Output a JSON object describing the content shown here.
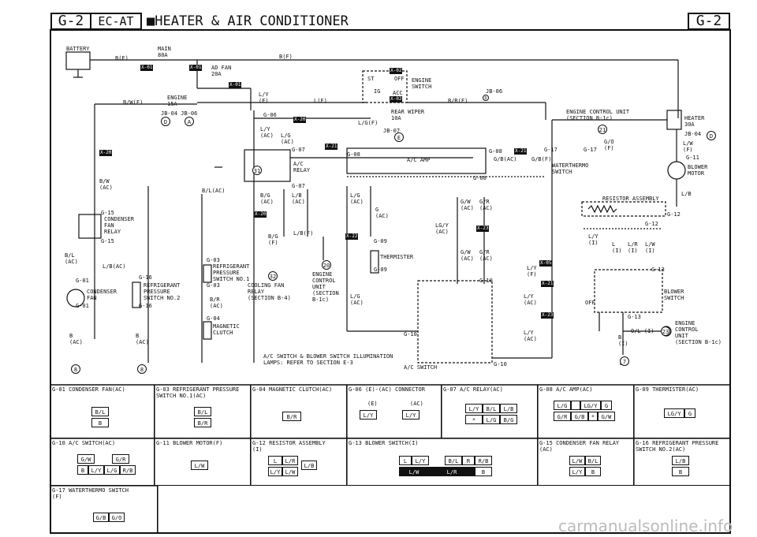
{
  "header": {
    "code_left": "G-2",
    "section": "EC-AT",
    "title": "■HEATER & AIR CONDITIONER",
    "code_right": "G-2"
  },
  "diagram_labels": {
    "battery": "BATTERY",
    "main_fuse": "MAIN\n80A",
    "wire_b_e": "B(E)",
    "wire_b_f": "B(F)",
    "ad_fan": "AD FAN\n20A",
    "engine_fuse": "ENGINE\n15A",
    "jb04_jb06": "JB-04  JB-06",
    "wire_bw_f": "B/W(F)",
    "wire_ly_e": "L/Y\n(E)",
    "wire_l_f": "L(F)",
    "g06": "G-06",
    "ly_ac": "L/Y\n(AC)",
    "lg_ac": "L/G\n(AC)",
    "g07_top": "G-07",
    "ac_relay": "A/C\nRELAY",
    "g07_bot": "G-07",
    "engine_switch": "ENGINE\nSWITCH",
    "st": "ST",
    "ig": "IG",
    "off": "OFF",
    "acc": "ACC",
    "jb06_right": "JB-06",
    "br_f": "B/R(F)",
    "rear_wiper": "REAR WIPER\n10A",
    "jb07": "JB-07",
    "lg_f": "L/G(F)",
    "ecu_note": "ENGINE CONTROL UNIT\n(SECTION B-1c)",
    "go_f": "G/O\n(F)",
    "heater_fuse": "HEATER\n30A",
    "jb04_right": "JB-04",
    "lw_f": "L/W\n(F)",
    "g11": "G-11",
    "blower_motor": "BLOWER\nMOTOR",
    "g08_left": "G-08",
    "ac_amp": "A/C AMP",
    "g08_bot": "G-08",
    "g17_l": "G-17",
    "g17_r": "G-17",
    "gb_ac": "G/B(AC)",
    "gb_f": "G/B(F)",
    "waterthermo": "WATERTHERMO\nSWITCH",
    "bw_ac": "B/W\n(AC)",
    "g15_top": "G-15",
    "condenser_fan_relay": "CONDENSER\nFAN\nRELAY",
    "g15_bot": "G-15",
    "bl_ac": "B/L\n(AC)",
    "lb_ac": "L/B(AC)",
    "g01_top": "G-01",
    "condenser_fan": "CONDENSER\nFAN",
    "g01_bot": "G-01",
    "g16_top": "G-16",
    "refrig_sw2": "REFRIGERANT\nPRESSURE\nSWITCH NO.2",
    "g16_bot": "G-16",
    "b_ac_left": "B\n(AC)",
    "b_ac_mid": "B\n(AC)",
    "bl_ac2": "B/L(AC)",
    "bg_ac": "B/G\n(AC)",
    "lb_ac2": "L/B\n(AC)",
    "bg_f": "B/G\n(F)",
    "lb_f": "L/B(F)",
    "g03_top": "G-03",
    "refrig_sw1": "REFRIGERANT\nPRESSURE\nSWITCH NO.1",
    "g03_bot": "G-03",
    "cooling_fan_relay": "COOLING FAN\nRELAY\n(SECTION B-4)",
    "ecu_box": "ENGINE\nCONTROL\nUNIT\n(SECTION\nB-1c)",
    "br_ac": "B/R\n(AC)",
    "g04": "G-04",
    "magnetic_clutch": "MAGNETIC\nCLUTCH",
    "lg_ac3": "L/G\n(AC)",
    "g_ac": "G\n(AC)",
    "lg_ac4": "L/G\n(AC)",
    "g09_top": "G-09",
    "thermistor": "THERMISTER",
    "g09_bot": "G-09",
    "lgy_ac": "LG/Y\n(AC)",
    "gw_ac_top": "G/W\n(AC)",
    "gr_ac_top": "G/R\n(AC)",
    "gw_ac": "G/W\n(AC)",
    "gr_ac": "G/R\n(AC)",
    "g10_mid": "G-10",
    "g10_left": "G-10",
    "g10_right": "G-10",
    "ly_f": "L/Y\n(F)",
    "ly_ac2": "L/Y\n(AC)",
    "ly_ac3": "L/Y\n(AC)",
    "resistor_assembly": "RESISTOR ASSEMBLY",
    "g12_r": "G-12",
    "g12_i": "G-12",
    "ly_i": "L/Y\n(I)",
    "l_i": "L\n(I)",
    "lr_i": "L/R\n(I)",
    "lw_i": "L/W\n(I)",
    "lb_right": "L/B",
    "g13_top": "G-13",
    "blower_switch": "BLOWER\nSWITCH",
    "off_lbl": "OFF",
    "g13_bot": "G-13",
    "ol_i": "O/L (I)",
    "b_i": "B\n(I)",
    "ecu_right": "ENGINE\nCONTROL\nUNIT\n(SECTION B-1c)",
    "illum_note": "A/C SWITCH & BLOWER SWITCH ILLUMINATION\nLAMPS: REFER TO SECTION E-3",
    "ac_switch": "A/C SWITCH"
  },
  "badges": {
    "x01a": "X-01",
    "x01b": "X-01",
    "x01c": "X-01",
    "x02a": "X-02",
    "x02b": "X-02",
    "x20a": "X-20",
    "x20b": "X-20",
    "x20c": "X-20",
    "x21a": "X-21",
    "x21b": "X-21",
    "x21c": "X-21",
    "x22": "X-22",
    "x23a": "X-23",
    "x23b": "X-23",
    "x05": "X-05"
  },
  "markers": {
    "m_d": "D",
    "m_a": "A",
    "m_e": "E",
    "m21": "21",
    "m31": "31",
    "m32": "32",
    "m20": "20",
    "m23": "23",
    "m8a": "8",
    "m8b": "8",
    "m7": "7",
    "m_d2": "D",
    "m_d3": "D"
  },
  "connectors": [
    {
      "title": "G-01 CONDENSER FAN(AC)",
      "rows": [
        [
          "B/L"
        ],
        [
          "B"
        ]
      ]
    },
    {
      "title": "G-03 REFRIGERANT PRESSURE\nSWITCH NO.1(AC)",
      "rows": [
        [
          "B/L"
        ],
        [
          "B/R"
        ]
      ]
    },
    {
      "title": "G-04 MAGNETIC CLUTCH(AC)",
      "rows": [
        [
          "B/R"
        ]
      ]
    },
    {
      "title": "G-06 (E)-(AC) CONNECTOR",
      "sub_e": "(E)",
      "sub_ac": "(AC)",
      "rows": [
        [
          "L/Y"
        ],
        [
          "L/Y"
        ]
      ]
    },
    {
      "title": "G-07 A/C RELAY(AC)",
      "rows": [
        [
          "L/Y",
          "B/L",
          "L/B"
        ],
        [
          "*",
          "L/G",
          "B/G"
        ]
      ]
    },
    {
      "title": "G-08 A/C AMP(AC)",
      "rows": [
        [
          "L/G",
          "",
          "LG/Y",
          "G"
        ],
        [
          "G/R",
          "G/B",
          "*",
          "G/W"
        ]
      ]
    },
    {
      "title": "G-09 THERMISTER(AC)",
      "rows": [
        [
          "LG/Y",
          "G"
        ]
      ]
    },
    {
      "title": "G-10 A/C SWITCH(AC)",
      "rows": [
        [
          "G/W",
          "G/R"
        ],
        [
          "B",
          "L/Y",
          "L/G",
          "R/B"
        ]
      ]
    },
    {
      "title": "G-11 BLOWER MOTOR(F)",
      "rows": [
        [
          "L/W"
        ]
      ]
    },
    {
      "title": "G-12 RESISTOR ASSEMBLY\n(I)",
      "rows": [
        [
          "L",
          "L/R",
          "L/B"
        ],
        [
          "L/Y",
          "L/W"
        ]
      ]
    },
    {
      "title": "G-13 BLOWER SWITCH(I)",
      "rows": [
        [
          "L",
          "L/Y",
          "B/L",
          "R",
          "R/B"
        ],
        [
          "L/W",
          "L/R",
          "B"
        ]
      ]
    },
    {
      "title": "G-15 CONDENSER FAN RELAY\n(AC)",
      "rows": [
        [
          "L/W",
          "B/L"
        ],
        [
          "L/Y",
          "B"
        ]
      ]
    },
    {
      "title": "G-16 REFRIGERANT PRESSURE\nSWITCH NO.2(AC)",
      "rows": [
        [
          "L/B"
        ],
        [
          "B"
        ]
      ]
    },
    {
      "title": "G-17 WATERTHERMO SWITCH\n(F)",
      "rows": [
        [
          "G/B",
          "G/O"
        ]
      ]
    }
  ],
  "footer": {
    "watermark": "carmanualsonline.info"
  }
}
